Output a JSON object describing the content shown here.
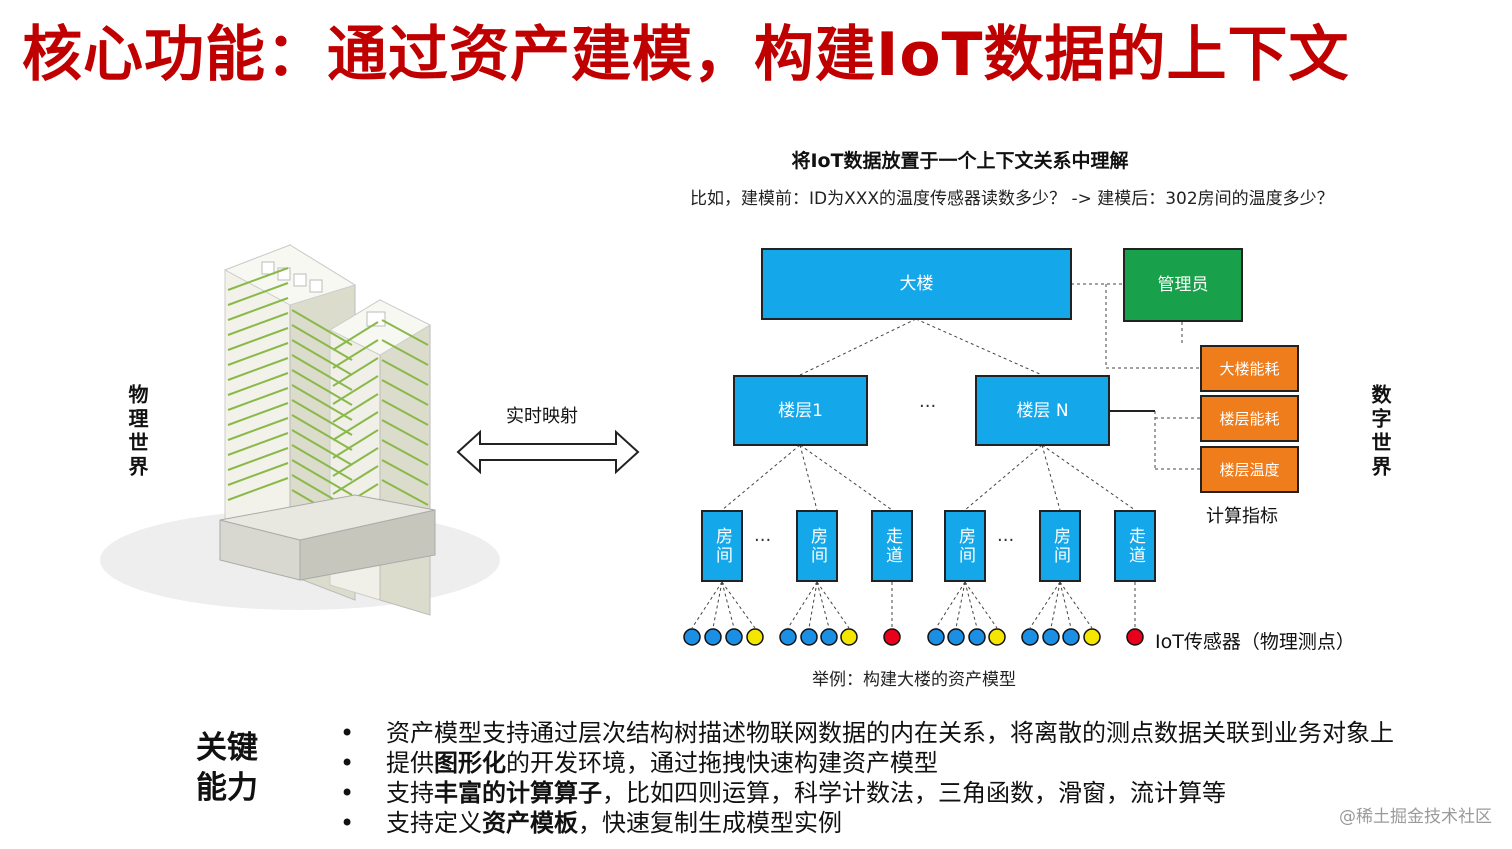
{
  "title": "核心功能：通过资产建模，构建IoT数据的上下文",
  "diagram": {
    "subtitle": "将IoT数据放置于一个上下文关系中理解",
    "example": "比如，建模前：ID为XXX的温度传感器读数多少？  ->  建模后：302房间的温度多少？",
    "physical_world": "物理世界",
    "digital_world": "数字世界",
    "mapping_label": "实时映射",
    "building": "大楼",
    "admin": "管理员",
    "floor1": "楼层1",
    "floorN": "楼层 N",
    "ellipsis": "···",
    "room": "房间",
    "corridor": "走道",
    "metrics": [
      "大楼能耗",
      "楼层能耗",
      "楼层温度"
    ],
    "metrics_label": "计算指标",
    "sensor_label": "IoT传感器（物理测点）",
    "caption": "举例：构建大楼的资产模型"
  },
  "key_capabilities": {
    "heading_line1": "关键",
    "heading_line2": "能力",
    "bullet": "•",
    "items": [
      {
        "pre": "资产模型支持通过层次结构树描述物联网数据的内在关系，将离散的测点数据关联到业务对象上",
        "bold": "",
        "post": ""
      },
      {
        "pre": "提供",
        "bold": "图形化",
        "post": "的开发环境，通过拖拽快速构建资产模型"
      },
      {
        "pre": "支持",
        "bold": "丰富的计算算子",
        "post": "，比如四则运算，科学计数法，三角函数，滑窗，流计算等"
      },
      {
        "pre": "支持定义",
        "bold": "资产模板",
        "post": "，快速复制生成模型实例"
      }
    ]
  },
  "watermark": "@稀土掘金技术社区",
  "colors": {
    "title": "#c00000",
    "box_blue": "#14a8ea",
    "box_green": "#18a04a",
    "box_orange": "#f07d1c",
    "sensor_blue": "#1a8fe3",
    "sensor_yellow": "#f4e600",
    "sensor_red": "#e8001c"
  }
}
